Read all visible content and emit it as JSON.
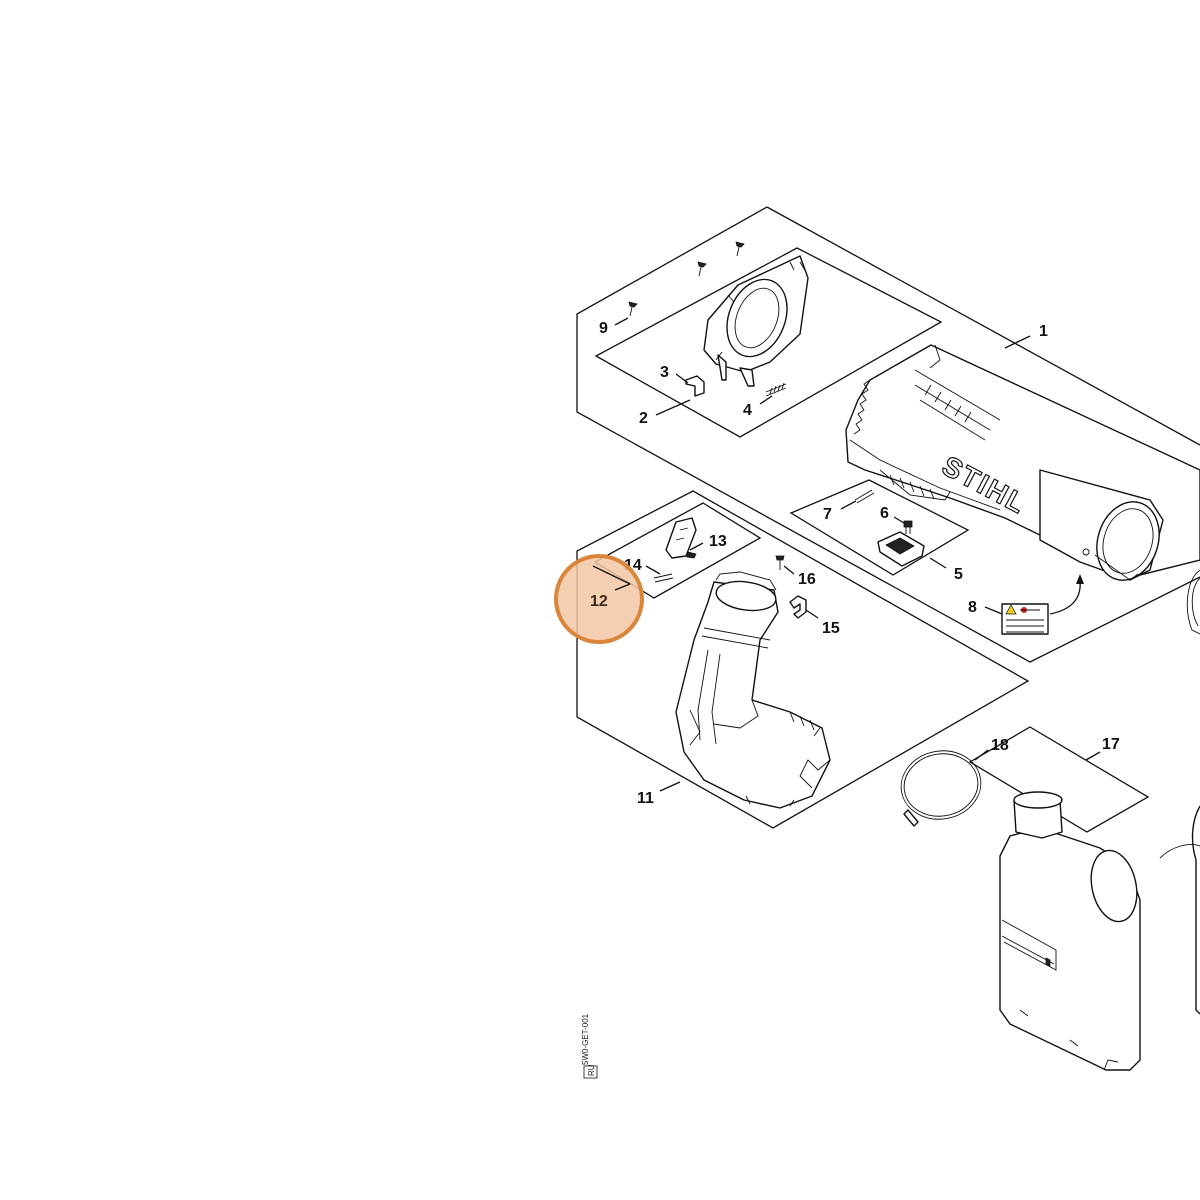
{
  "diagram": {
    "brand": "STIHL",
    "doc_id": "5W0-GET-001",
    "doc_box": "RU",
    "highlight": {
      "label": "12",
      "color": "#d9853b",
      "fill": "#f2c7a3"
    },
    "callouts": {
      "c1": "1",
      "c2": "2",
      "c3": "3",
      "c4": "4",
      "c5": "5",
      "c6": "6",
      "c7": "7",
      "c8": "8",
      "c9": "9",
      "c11": "11",
      "c13": "13",
      "c14": "14",
      "c15": "15",
      "c16": "16",
      "c17": "17",
      "c18": "18"
    }
  }
}
